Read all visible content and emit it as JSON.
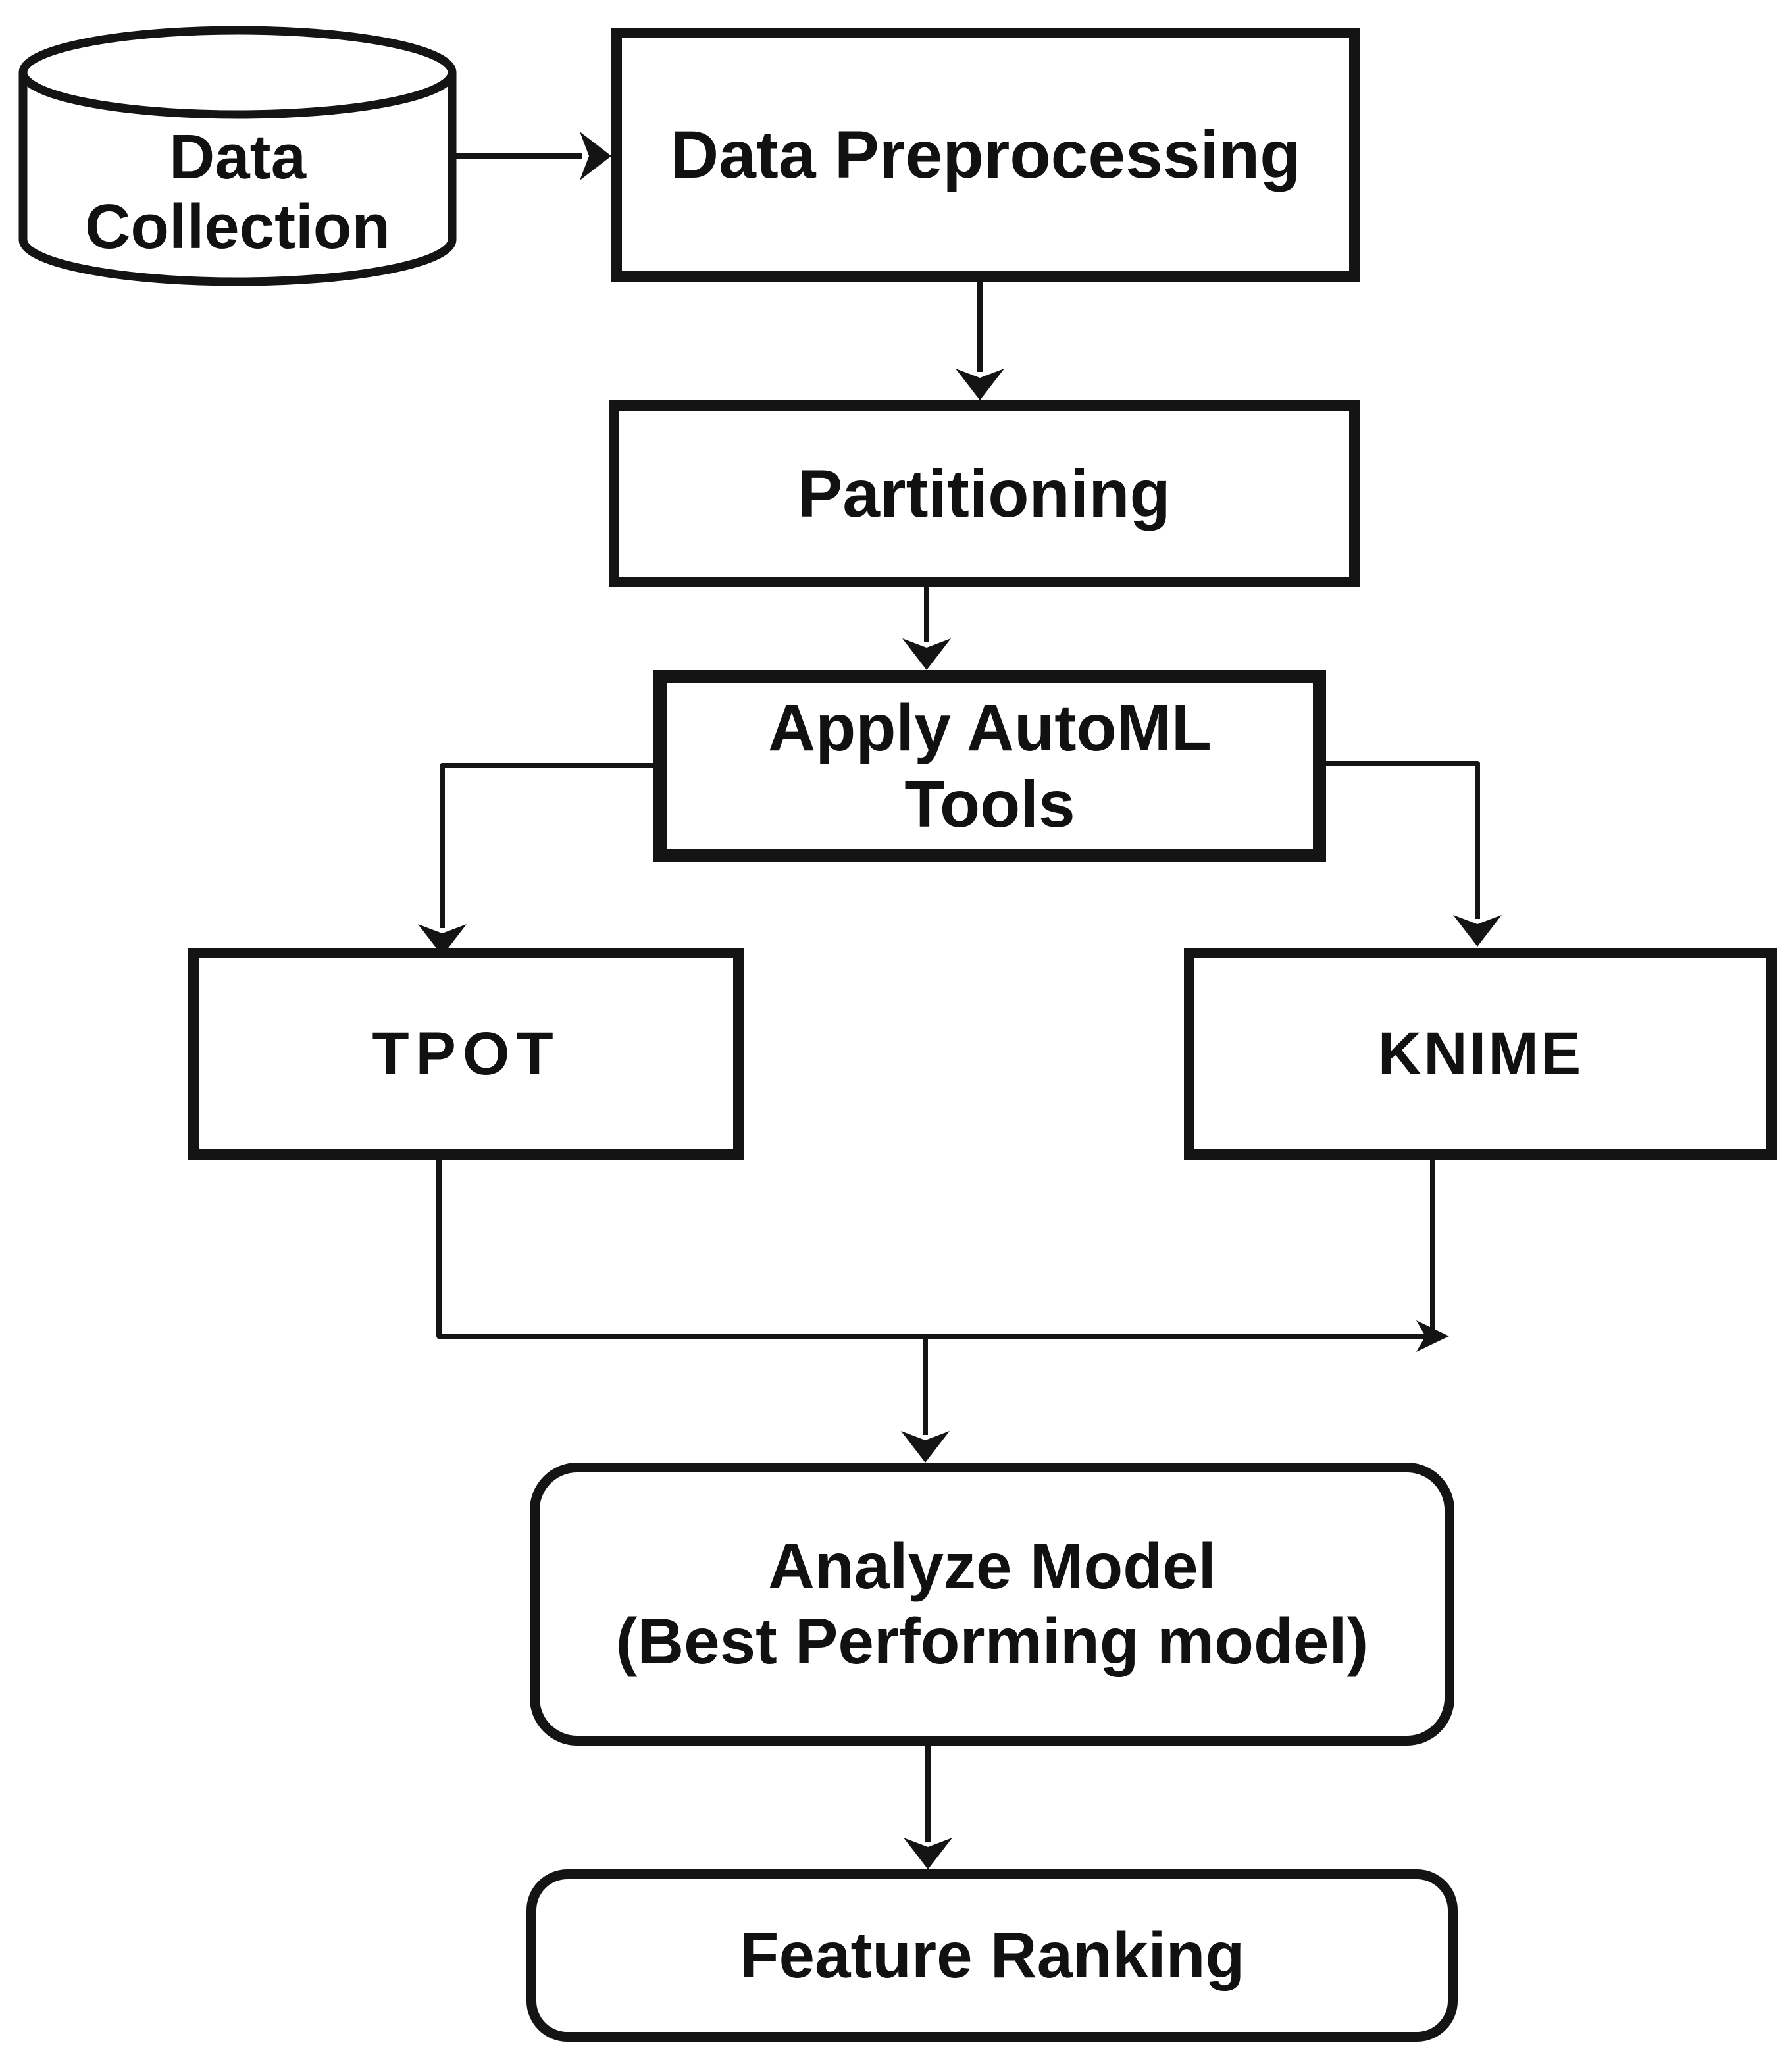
{
  "diagram": {
    "type": "flowchart",
    "colors": {
      "ink": "#141414",
      "background": "#ffffff",
      "text": "#111111"
    },
    "nodes": {
      "data_collection": {
        "shape": "cylinder",
        "line1": "Data",
        "line2": "Collection"
      },
      "data_preprocessing": {
        "shape": "rectangle",
        "label": "Data Preprocessing"
      },
      "partitioning": {
        "shape": "rectangle",
        "label": "Partitioning"
      },
      "apply_automl": {
        "shape": "rectangle",
        "line1": "Apply AutoML",
        "line2": "Tools"
      },
      "tpot": {
        "shape": "rectangle",
        "label": "TPOT"
      },
      "knime": {
        "shape": "rectangle",
        "label": "KNIME"
      },
      "analyze_model": {
        "shape": "rounded-rectangle",
        "line1": "Analyze Model",
        "line2": "(Best Performing model)"
      },
      "feature_ranking": {
        "shape": "rounded-rectangle",
        "label": "Feature Ranking"
      }
    },
    "edges": [
      {
        "from": "data_collection",
        "to": "data_preprocessing"
      },
      {
        "from": "data_preprocessing",
        "to": "partitioning"
      },
      {
        "from": "partitioning",
        "to": "apply_automl"
      },
      {
        "from": "apply_automl",
        "to": "tpot"
      },
      {
        "from": "apply_automl",
        "to": "knime"
      },
      {
        "from": "tpot",
        "to": "analyze_model"
      },
      {
        "from": "knime",
        "to": "analyze_model"
      },
      {
        "from": "analyze_model",
        "to": "feature_ranking"
      }
    ]
  }
}
